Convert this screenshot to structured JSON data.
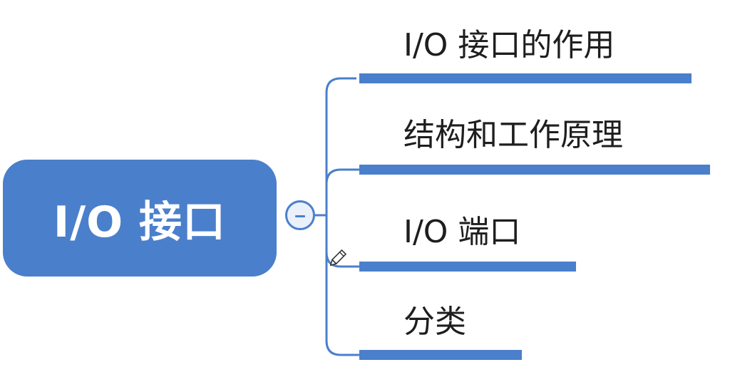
{
  "root": {
    "label": "I/O 接口"
  },
  "branches": [
    {
      "label": "I/O 接口的作用"
    },
    {
      "label": "结构和工作原理"
    },
    {
      "label": "I/O 端口"
    },
    {
      "label": "分类"
    }
  ],
  "colors": {
    "accent": "#4a7fcb",
    "text": "#1e1e1e",
    "background": "#ffffff"
  },
  "icons": {
    "collapse": "minus-icon",
    "cursor": "pencil-icon"
  }
}
